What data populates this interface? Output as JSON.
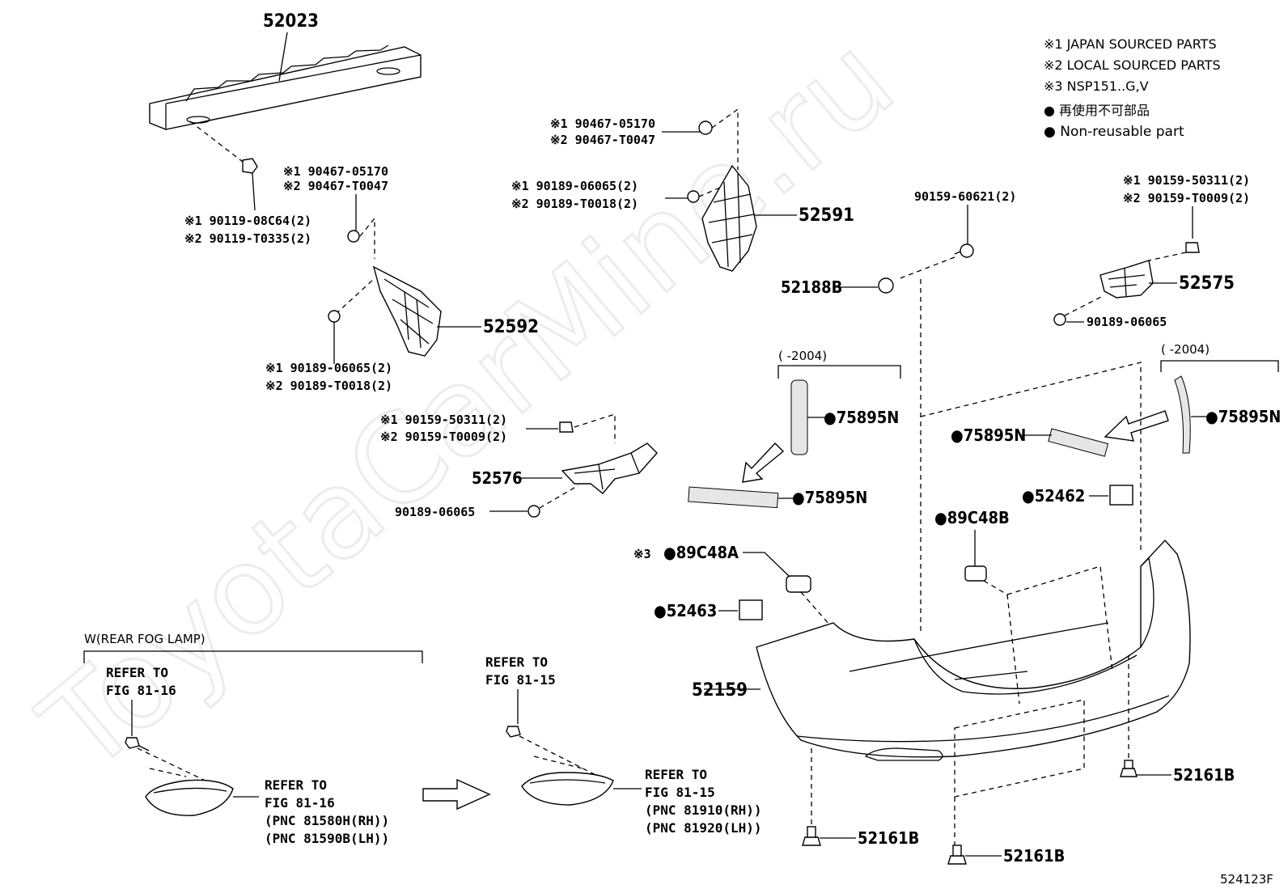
{
  "watermark": "ToyotaCarMine.ru",
  "figure_code": "524123F",
  "legend": {
    "line1": "※1 JAPAN SOURCED PARTS",
    "line2": "※2 LOCAL SOURCED PARTS",
    "line3": "※3 NSP151..G,V",
    "line4": "● 再使用不可部品",
    "line5": "● Non-reusable part"
  },
  "labels": {
    "p52023": "52023",
    "bolt1_a": "※1 90119-08C64(2)",
    "bolt1_b": "※2 90119-T0335(2)",
    "clip1_a": "※1 90467-05170",
    "clip1_b": "※2 90467-T0047",
    "p52592": "52592",
    "nut1_a": "※1 90189-06065(2)",
    "nut1_b": "※2 90189-T0018(2)",
    "clip2_a": "※1 90467-05170",
    "clip2_b": "※2 90467-T0047",
    "nut2_a": "※1 90189-06065(2)",
    "nut2_b": "※2 90189-T0018(2)",
    "p52591": "52591",
    "screw1": "90159-60621(2)",
    "p52188B": "52188B",
    "screw2_a": "※1 90159-50311(2)",
    "screw2_b": "※2 90159-T0009(2)",
    "p52575": "52575",
    "nut3": "90189-06065",
    "screw3_a": "※1 90159-50311(2)",
    "screw3_b": "※2 90159-T0009(2)",
    "p52576": "52576",
    "nut4": "90189-06065",
    "bracket_left": "(      -2004)",
    "bracket_right": "(      -2004)",
    "refl_1": "●75895N",
    "refl_2": "●75895N",
    "refl_3": "●75895N",
    "refl_4": "●75895N",
    "p52462": "●52462",
    "s89C48B": "●89C48B",
    "s89C48A_prefix": "※3",
    "s89C48A": "●89C48A",
    "p52463": "●52463",
    "p52159": "52159",
    "clip_a": "52161B",
    "clip_b": "52161B",
    "clip_c": "52161B",
    "fog_title": "W(REAR FOG LAMP)",
    "ref_a1": "REFER TO",
    "ref_a2": "FIG 81-16",
    "ref_b1": "REFER TO",
    "ref_b2": "FIG 81-16",
    "ref_b3": "(PNC 81580H(RH))",
    "ref_b4": "(PNC 81590B(LH))",
    "ref_c1": "REFER TO",
    "ref_c2": "FIG 81-15",
    "ref_d1": "REFER TO",
    "ref_d2": "FIG 81-15",
    "ref_d3": "(PNC 81910(RH))",
    "ref_d4": "(PNC 81920(LH))"
  }
}
